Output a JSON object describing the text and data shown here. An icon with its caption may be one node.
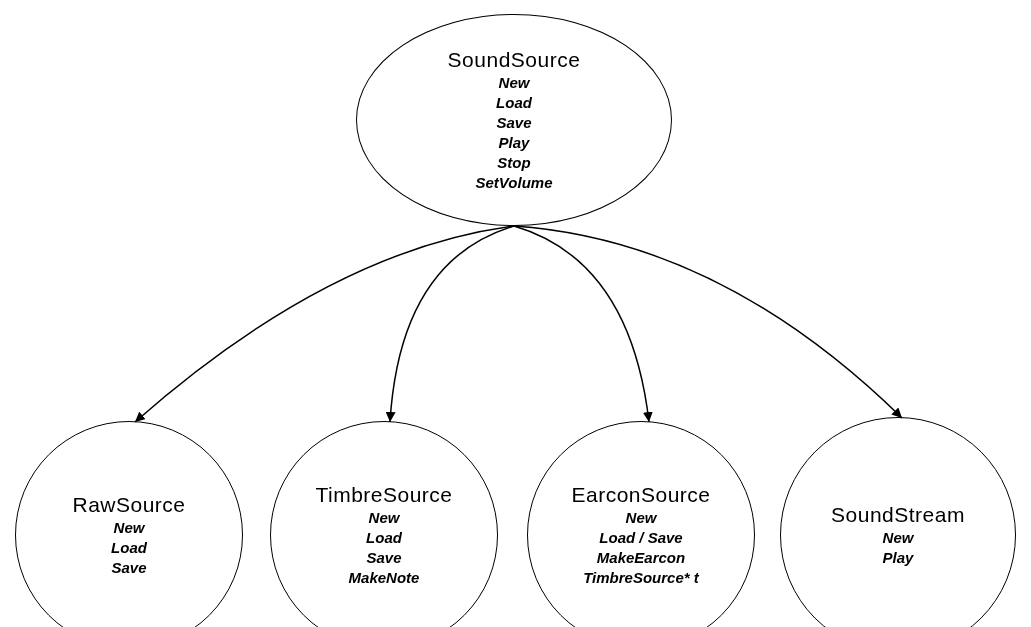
{
  "diagram": {
    "nodes": [
      {
        "text": [
          "SoundSource",
          "New",
          "Load",
          "Save",
          "Play",
          "Stop",
          "SetVolume"
        ]
      },
      {
        "text": [
          "RawSource",
          "New",
          "Load",
          "Save"
        ]
      },
      {
        "text": [
          "TimbreSource",
          "New",
          "Load",
          "Save",
          "MakeNote"
        ]
      },
      {
        "text": [
          "EarconSource",
          "New",
          "Load / Save",
          "MakeEarcon",
          "TimbreSource* t"
        ]
      },
      {
        "text": [
          "SoundStream",
          "New",
          "Play"
        ]
      }
    ],
    "edges": [
      {
        "from": 0,
        "to": 1,
        "arrow": "to"
      },
      {
        "from": 0,
        "to": 2,
        "arrow": "to"
      },
      {
        "from": 0,
        "to": 3,
        "arrow": "to"
      },
      {
        "from": 0,
        "to": 4,
        "arrow": "to"
      }
    ]
  }
}
